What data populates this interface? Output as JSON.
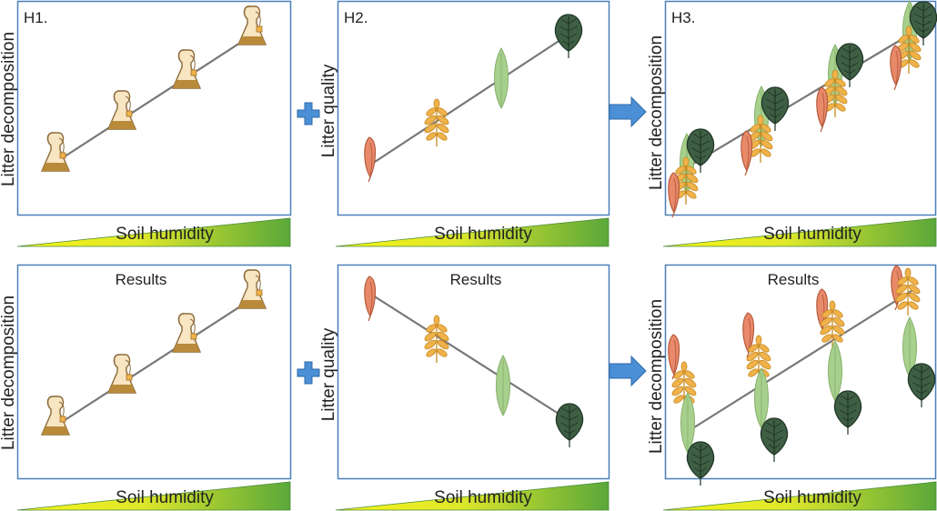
{
  "panels": [
    {
      "label": "H1.",
      "title": "",
      "ylabel": "Litter decomposition",
      "xlabel": "Soil humidity"
    },
    {
      "label": "H2.",
      "title": "",
      "ylabel": "Litter quality",
      "xlabel": "Soil humidity"
    },
    {
      "label": "H3.",
      "title": "",
      "ylabel": "Litter decomposition",
      "xlabel": "Soil humidity"
    },
    {
      "label": "",
      "title": "Results",
      "ylabel": "Litter decomposition",
      "xlabel": "Soil humidity"
    },
    {
      "label": "",
      "title": "Results",
      "ylabel": "Litter quality",
      "xlabel": "Soil humidity"
    },
    {
      "label": "",
      "title": "Results",
      "ylabel": "Litter decomposition",
      "xlabel": "Soil humidity"
    }
  ],
  "colors": {
    "frame": "#4a7fb8",
    "trend_line": "#777777",
    "gradient_start": "#f7f21a",
    "gradient_end": "#5aa83a",
    "bag_fill": "#f8e5c2",
    "soil_fill": "#b98a3a",
    "tag": "#f0b24a",
    "plus": "#4b8fd6",
    "arrow": "#4b8fd6",
    "leaf_orange": "#e8896a",
    "leaf_yellow": "#f0b24a",
    "leaf_light_green": "#a8d08d",
    "leaf_dark_green": "#3f5f45"
  },
  "icons": {
    "plus": "plus-icon",
    "arrow": "right-arrow-icon",
    "bag": "litter-bag-icon",
    "leaves": [
      "orange-leaf-icon",
      "yellow-compound-leaf-icon",
      "light-green-leaf-icon",
      "dark-green-leaf-icon"
    ]
  }
}
